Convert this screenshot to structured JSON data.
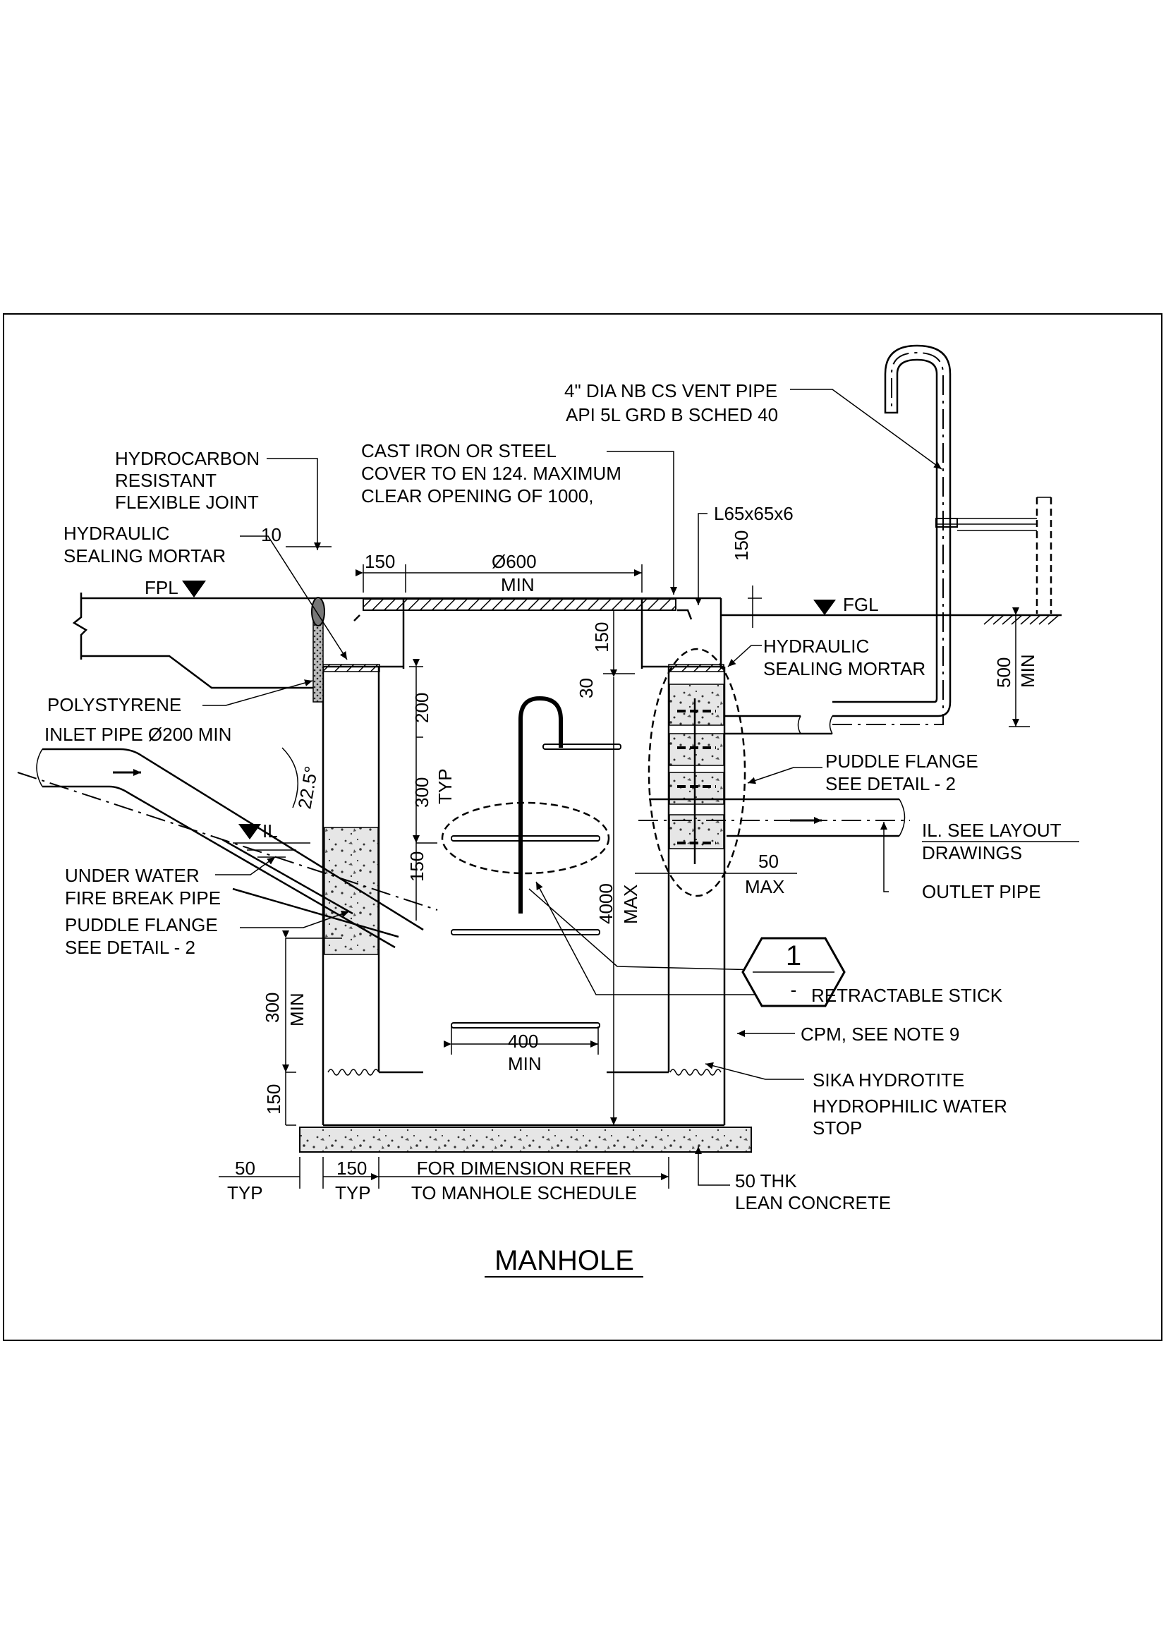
{
  "drawing": {
    "title": "MANHOLE",
    "detail_marker": {
      "number": "1",
      "sheet": "-"
    }
  },
  "labels": {
    "vent_pipe_1": "4\" DIA NB CS VENT PIPE",
    "vent_pipe_2": "API 5L GRD B SCHED 40",
    "cover_1": "CAST IRON OR STEEL",
    "cover_2": "COVER TO EN 124. MAXIMUM",
    "cover_3": "CLEAR OPENING OF 1000,",
    "angle": "L65x65x6",
    "hydrocarbon_1": "HYDROCARBON",
    "hydrocarbon_2": "RESISTANT",
    "hydrocarbon_3": "FLEXIBLE JOINT",
    "hsm_left_1": "HYDRAULIC",
    "hsm_left_2": "SEALING MORTAR",
    "hsm_right_1": "HYDRAULIC",
    "hsm_right_2": "SEALING MORTAR",
    "fpl": "FPL",
    "fgl": "FGL",
    "polystyrene": "POLYSTYRENE",
    "inlet_pipe": "INLET PIPE Ø200 MIN",
    "il_left": "IL",
    "under_water_1": "UNDER WATER",
    "under_water_2": "FIRE BREAK PIPE",
    "puddle_left_1": "PUDDLE FLANGE",
    "puddle_left_2": "SEE DETAIL - 2",
    "puddle_right_1": "PUDDLE FLANGE",
    "puddle_right_2": "SEE DETAIL - 2",
    "il_right_1": "IL. SEE LAYOUT",
    "il_right_2": "DRAWINGS",
    "outlet_pipe": "OUTLET PIPE",
    "retractable_stick": "RETRACTABLE STICK",
    "cpm": "CPM, SEE NOTE 9",
    "sika_1": "SIKA HYDROTITE",
    "sika_2": "HYDROPHILIC WATER",
    "sika_3": "STOP",
    "lean_1": "50 THK",
    "lean_2": "LEAN  CONCRETE",
    "schedule_1": "FOR DIMENSION REFER",
    "schedule_2": "TO MANHOLE SCHEDULE"
  },
  "dimensions": {
    "d10": "10",
    "d150_top": "150",
    "d600": "Ø600",
    "d600_min": "MIN",
    "d150_cover": "150",
    "d150_ring": "150",
    "d30": "30",
    "d200": "200",
    "d300_typ": "300",
    "typ_v": "TYP",
    "angle_225": "22.5°",
    "d150_mid": "150",
    "d4000": "4000",
    "max_v": "MAX",
    "d50_max": "50",
    "max_h": "MAX",
    "d500": "500",
    "min_500": "MIN",
    "d300_min": "300",
    "min_300": "MIN",
    "d150_base": "150",
    "d400": "400",
    "min_400": "MIN",
    "d50_typ": "50",
    "typ_50": "TYP",
    "d150_typ": "150",
    "typ_150": "TYP"
  }
}
